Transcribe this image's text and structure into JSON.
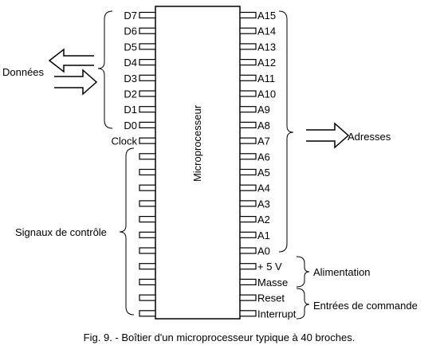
{
  "chip": {
    "label": "Microprocesseur"
  },
  "left_pins": [
    "D7",
    "D6",
    "D5",
    "D4",
    "D3",
    "D2",
    "D1",
    "D0",
    "Clock",
    "",
    "",
    "",
    "",
    "",
    "",
    "",
    "",
    "",
    "",
    ""
  ],
  "right_pins": [
    "A15",
    "A14",
    "A13",
    "A12",
    "A11",
    "A10",
    "A9",
    "A8",
    "A7",
    "A6",
    "A5",
    "A4",
    "A3",
    "A2",
    "A1",
    "A0",
    "+ 5 V",
    "Masse",
    "Reset",
    "Interrupt"
  ],
  "groups": {
    "donnees": "Données",
    "adresses": "Adresses",
    "controle": "Signaux de contrôle",
    "alimentation": "Alimentation",
    "commande": "Entrées de commande"
  },
  "caption": "Fig. 9. - Boîtier d'un microprocesseur typique à 40 broches."
}
